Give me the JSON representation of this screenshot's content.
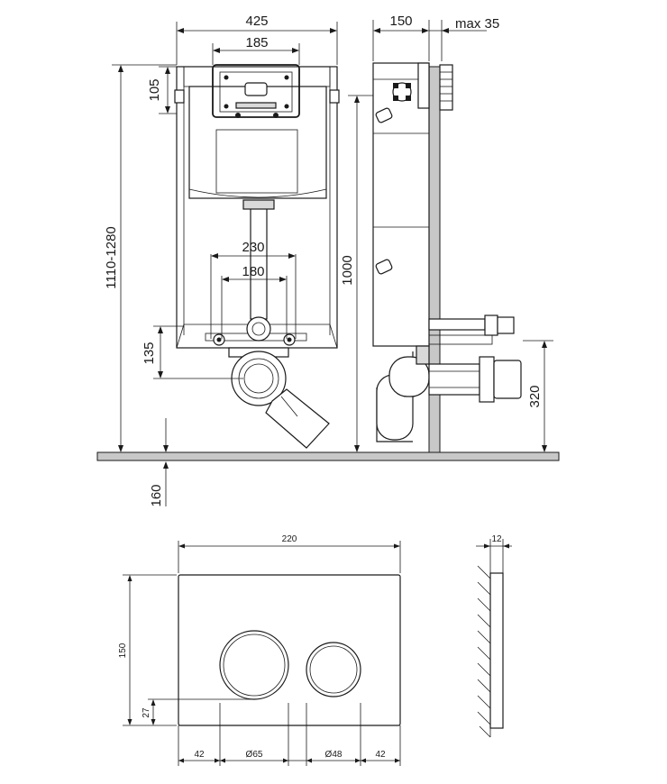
{
  "front_view": {
    "width_total": "425",
    "width_top": "185",
    "height_top": "105",
    "height_range": "1110-1280",
    "spacing_outer": "230",
    "spacing_inner": "180",
    "height_bottom": "135",
    "below_floor": "160"
  },
  "side_view": {
    "depth": "150",
    "wall_max": "max 35",
    "height_frame": "1000",
    "height_outlet": "320"
  },
  "plate_view": {
    "width": "220",
    "height": "150",
    "thickness": "12",
    "offset_bottom": "27",
    "margin_left": "42",
    "diameter_large": "Ø65",
    "diameter_small": "Ø48",
    "margin_right": "42"
  }
}
